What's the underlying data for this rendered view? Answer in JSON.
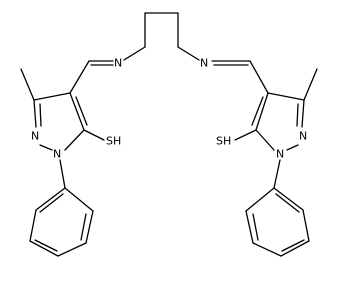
{
  "molecule": {
    "atoms": {
      "left_imine_n": "N",
      "right_imine_n": "N",
      "left_pyrazole_n2": "N",
      "left_pyrazole_n1": "N",
      "right_pyrazole_n2": "N",
      "right_pyrazole_n1": "N",
      "left_thiol": "SH",
      "right_thiol": "SH"
    }
  },
  "colors": {
    "bond": "#000000",
    "label": "#000000",
    "background": "#ffffff"
  }
}
